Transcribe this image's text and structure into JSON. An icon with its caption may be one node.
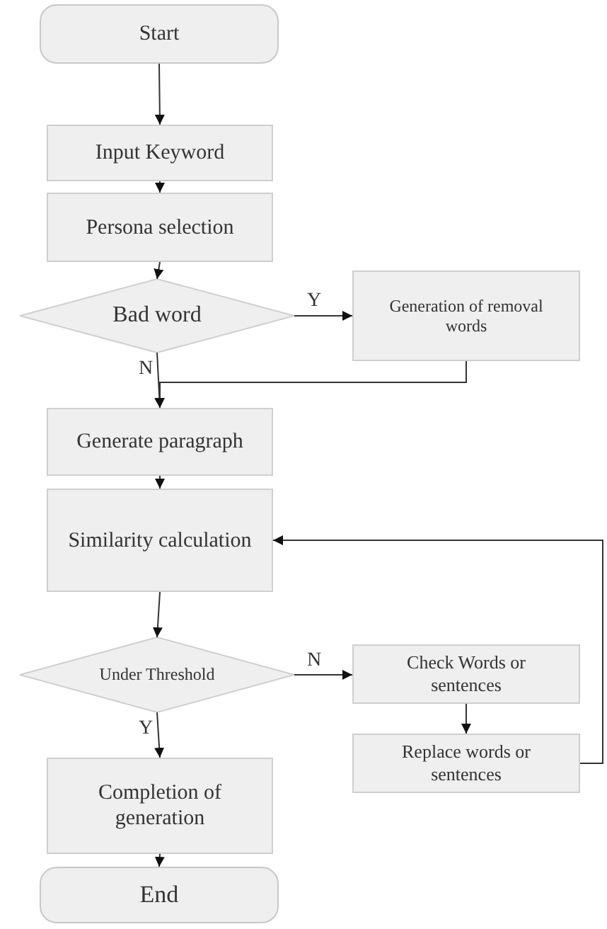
{
  "diagram": {
    "nodes": [
      {
        "text": [
          "Start"
        ]
      },
      {
        "text": [
          "Input Keyword"
        ]
      },
      {
        "text": [
          "Persona selection"
        ]
      },
      {
        "text": [
          "Bad word"
        ]
      },
      {
        "text": [
          "Generation of removal words"
        ]
      },
      {
        "text": [
          "Generate paragraph"
        ]
      },
      {
        "text": [
          "Similarity calculation"
        ]
      },
      {
        "text": [
          "Under Threshold"
        ]
      },
      {
        "text": [
          "Check Words or sentences"
        ]
      },
      {
        "text": [
          "Replace words or sentences"
        ]
      },
      {
        "text": [
          "Completion of generation"
        ]
      },
      {
        "text": [
          "End"
        ]
      }
    ],
    "edges": [
      {
        "from": 0,
        "to": 1,
        "arrow": "to"
      },
      {
        "from": 1,
        "to": 2,
        "arrow": "to"
      },
      {
        "from": 2,
        "to": 3,
        "arrow": "to"
      },
      {
        "from": 3,
        "to": 4,
        "arrow": "to",
        "label": "Y"
      },
      {
        "from": 3,
        "to": 5,
        "arrow": "to",
        "label": "N"
      },
      {
        "from": 4,
        "to": 5,
        "arrow": "to"
      },
      {
        "from": 5,
        "to": 6,
        "arrow": "to"
      },
      {
        "from": 6,
        "to": 7,
        "arrow": "to"
      },
      {
        "from": 7,
        "to": 8,
        "arrow": "to",
        "label": "N"
      },
      {
        "from": 8,
        "to": 9,
        "arrow": "to"
      },
      {
        "from": 9,
        "to": 6,
        "arrow": "to"
      },
      {
        "from": 7,
        "to": 10,
        "arrow": "to",
        "label": "Y"
      },
      {
        "from": 10,
        "to": 11,
        "arrow": "to"
      }
    ]
  }
}
